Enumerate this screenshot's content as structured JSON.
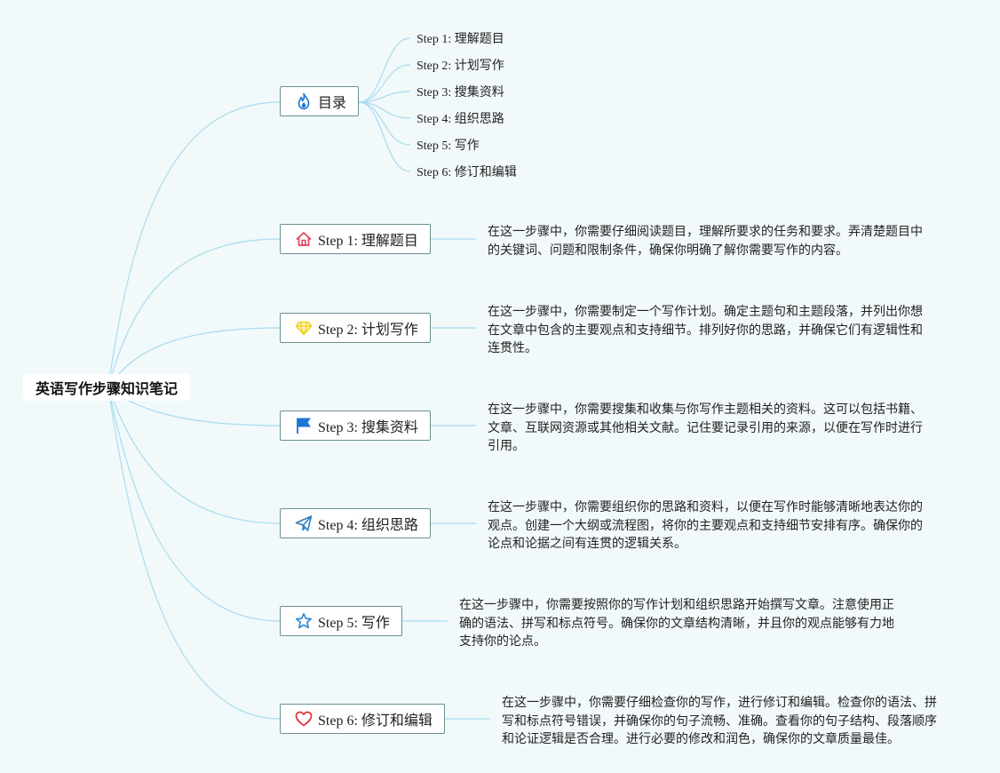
{
  "root": {
    "label": "英语写作步骤知识笔记"
  },
  "toc": {
    "label": "目录",
    "items": [
      "Step 1: 理解题目",
      "Step 2: 计划写作",
      "Step 3: 搜集资料",
      "Step 4: 组织思路",
      "Step 5: 写作",
      "Step 6: 修订和编辑"
    ]
  },
  "steps": [
    {
      "label": "Step 1: 理解题目",
      "icon": "home-icon",
      "icon_color": "#e0475f",
      "desc": "在这一步骤中，你需要仔细阅读题目，理解所要求的任务和要求。弄清楚题目中的关键词、问题和限制条件，确保你明确了解你需要写作的内容。"
    },
    {
      "label": "Step 2: 计划写作",
      "icon": "diamond-icon",
      "icon_color": "#f2cf1d",
      "desc": "在这一步骤中，你需要制定一个写作计划。确定主题句和主题段落，并列出你想在文章中包含的主要观点和支持细节。排列好你的思路，并确保它们有逻辑性和连贯性。"
    },
    {
      "label": "Step 3: 搜集资料",
      "icon": "flag-icon",
      "icon_color": "#1d74d6",
      "desc": "在这一步骤中，你需要搜集和收集与你写作主题相关的资料。这可以包括书籍、文章、互联网资源或其他相关文献。记住要记录引用的来源，以便在写作时进行引用。"
    },
    {
      "label": "Step 4: 组织思路",
      "icon": "paper-plane-icon",
      "icon_color": "#2e7fbf",
      "desc": "在这一步骤中，你需要组织你的思路和资料，以便在写作时能够清晰地表达你的观点。创建一个大纲或流程图，将你的主要观点和支持细节安排有序。确保你的论点和论据之间有连贯的逻辑关系。"
    },
    {
      "label": "Step 5: 写作",
      "icon": "star-icon",
      "icon_color": "#2a86cf",
      "desc": "在这一步骤中，你需要按照你的写作计划和组织思路开始撰写文章。注意使用正确的语法、拼写和标点符号。确保你的文章结构清晰，并且你的观点能够有力地支持你的论点。"
    },
    {
      "label": "Step 6: 修订和编辑",
      "icon": "heart-icon",
      "icon_color": "#e03434",
      "desc": "在这一步骤中，你需要仔细检查你的写作，进行修订和编辑。检查你的语法、拼写和标点符号错误，并确保你的句子流畅、准确。查看你的句子结构、段落顺序和论证逻辑是否合理。进行必要的修改和润色，确保你的文章质量最佳。"
    }
  ],
  "colors": {
    "line": "#a8dcee",
    "background": "#f2f9fb",
    "toc_icon": "#1d74d6"
  }
}
